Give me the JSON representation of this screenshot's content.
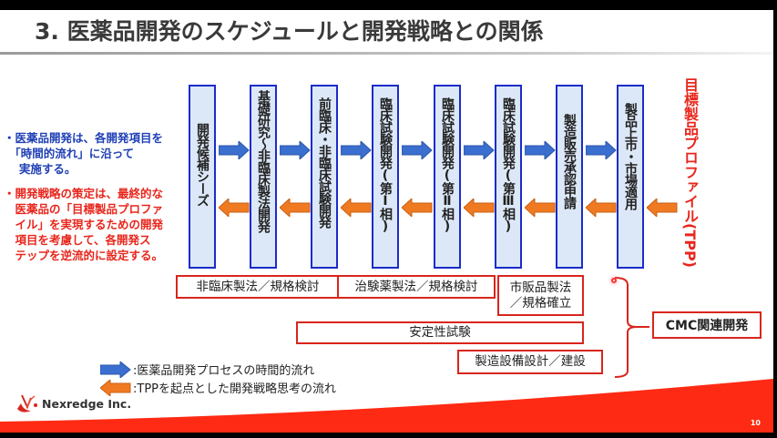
{
  "slide": {
    "title": "3. 医薬品開発のスケジュールと開発戦略との関係",
    "page_number": "10",
    "company": "Nexredge Inc."
  },
  "notes": {
    "blue": [
      "・医薬品開発は、各開発項目を",
      "　「時間的流れ」に沿って",
      "　 実施する。"
    ],
    "red": [
      "・開発戦略の策定は、最終的な",
      "　医薬品の「目標製品プロファ",
      "　イル」を実現するための開発",
      "　項目を考慮して、各開発ス",
      "　テップを逆流的に設定する。"
    ]
  },
  "stages": [
    {
      "label": "開発候補シーズ"
    },
    {
      "label": "基礎研究～非臨床製法開発"
    },
    {
      "label": "前臨床・非臨床試験開発"
    },
    {
      "label": "臨床試験開発(第Ⅰ相)"
    },
    {
      "label": "臨床試験開発(第Ⅱ相)"
    },
    {
      "label": "臨床試験開発(第Ⅲ相)"
    },
    {
      "label": "製造販売承認申請"
    },
    {
      "label": "製品上市・市場適用"
    }
  ],
  "tpp": {
    "label_ja": "目標製品プロファイル",
    "label_abbr": "(TPP)"
  },
  "cmc_items": {
    "nonclinical": "非臨床製法／規格検討",
    "clinical": "治験薬製法／規格検討",
    "commercial_line1": "市販品製法",
    "commercial_line2": "／規格確立",
    "stability": "安定性試験",
    "facility": "製造設備設計／建設",
    "group_label": "CMC関連開発"
  },
  "legend": {
    "forward": ":医薬品開発プロセスの時間的流れ",
    "backward": ":TPPを起点とした開発戦略思考の流れ"
  },
  "colors": {
    "forward_arrow": "#3a6fcf",
    "backward_arrow": "#f07a22",
    "stage_border": "#1c2cc9",
    "stage_fill": "#dce8f7",
    "accent_red": "#e8261c",
    "note_blue": "#1f3fb5"
  }
}
